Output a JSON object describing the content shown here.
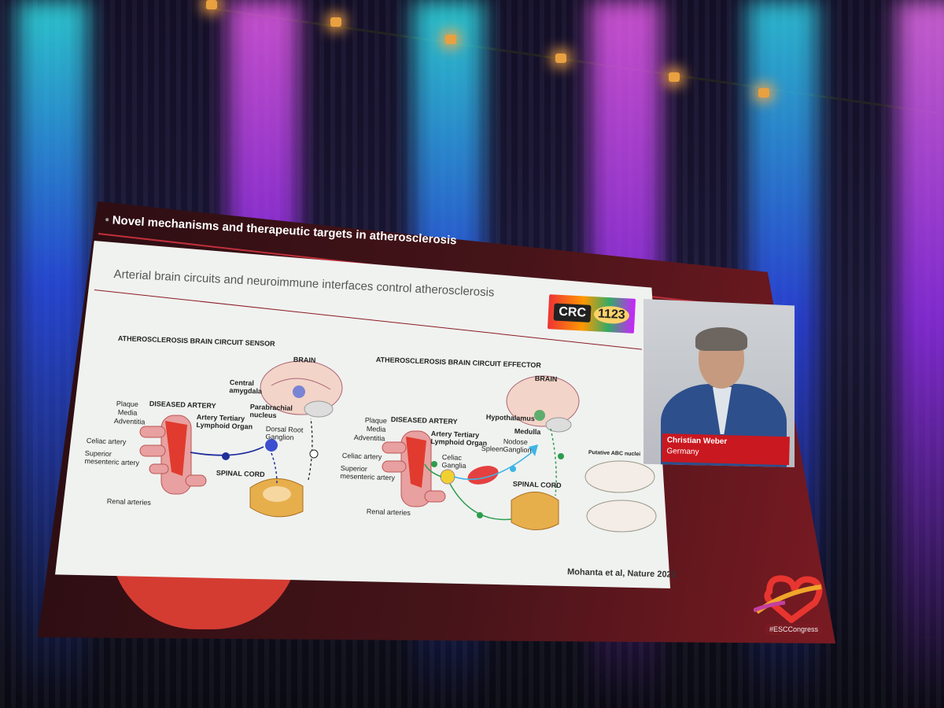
{
  "slide": {
    "title": "Novel mechanisms and therapeutic targets in atherosclerosis",
    "subtitle": "Arterial brain circuits and neuroimmune interfaces control atherosclerosis",
    "logo_text": "CRC",
    "logo_number": "1123",
    "citation": "Mohanta et al, Nature 2022"
  },
  "diagram_left": {
    "heading": "ATHEROSCLEROSIS BRAIN CIRCUIT SENSOR",
    "labels": {
      "brain": "BRAIN",
      "central_amygdala": "Central amygdala",
      "parabrachial": "Parabrachial nucleus",
      "diseased_artery": "DISEASED ARTERY",
      "plaque": "Plaque",
      "media": "Media",
      "adventitia": "Adventitia",
      "atlo": "Artery Tertiary Lymphoid Organ",
      "celiac": "Celiac artery",
      "superior_mesenteric": "Superior mesenteric artery",
      "renal": "Renal arteries",
      "drg": "Dorsal Root Ganglion",
      "spinal_cord": "SPINAL CORD"
    }
  },
  "diagram_right": {
    "heading": "ATHEROSCLEROSIS BRAIN CIRCUIT EFFECTOR",
    "labels": {
      "brain": "BRAIN",
      "hypothalamus": "Hypothalamus",
      "medulla": "Medulla",
      "nodose": "Nodose Ganglion",
      "spleen": "Spleen",
      "celiac_ganglia": "Celiac Ganglia",
      "diseased_artery": "DISEASED ARTERY",
      "plaque": "Plaque",
      "media": "Media",
      "adventitia": "Adventitia",
      "atlo": "Artery Tertiary Lymphoid Organ",
      "celiac": "Celiac artery",
      "superior_mesenteric": "Superior mesenteric artery",
      "renal": "Renal arteries",
      "spinal_cord": "SPINAL CORD",
      "putative": "Putative ABC nuclei"
    }
  },
  "speaker": {
    "name": "Christian Weber",
    "country": "Germany"
  },
  "branding": {
    "hashtag": "#ESCCongress"
  },
  "colors": {
    "accent": "#c9181f",
    "screen": "#451419",
    "panel": "#f0f2f0"
  }
}
